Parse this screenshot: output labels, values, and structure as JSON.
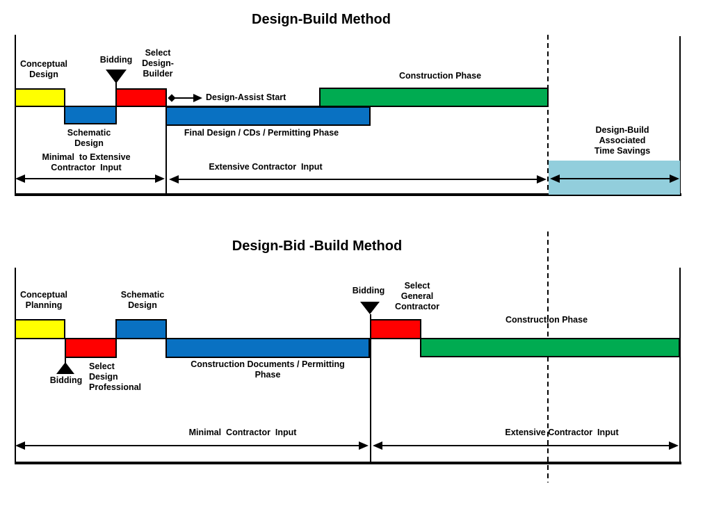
{
  "colors": {
    "phase_yellow": "#FFFF00",
    "phase_red": "#FF0000",
    "phase_blue": "#0971C2",
    "phase_green": "#00AB51",
    "savings_lightblue": "#92CEDC",
    "line_black": "#000000"
  },
  "top": {
    "title": "Design-Build Method",
    "phases": {
      "conceptual": "Conceptual\nDesign",
      "schematic": "Schematic\nDesign",
      "select_builder": "Select\nDesign-\nBuilder",
      "final_design": "Final Design / CDs / Permitting Phase",
      "construction": "Construction Phase",
      "time_savings": "Design-Build\nAssociated\nTime Savings"
    },
    "milestone_bidding": "Bidding",
    "design_assist": "Design-Assist Start",
    "span_minimal": "Minimal  to Extensive\nContractor  Input",
    "span_extensive": "Extensive Contractor  Input"
  },
  "bottom": {
    "title": "Design-Bid -Build Method",
    "phases": {
      "conceptual": "Conceptual\nPlanning",
      "select_designer": "Select\nDesign\nProfessional",
      "schematic": "Schematic\nDesign",
      "construction_docs": "Construction Documents / Permitting\nPhase",
      "select_gc": "Select\nGeneral\nContractor",
      "construction": "Construction Phase"
    },
    "milestone_bidding_left": "Bidding",
    "milestone_bidding_right": "Bidding",
    "span_minimal": "Minimal  Contractor  Input",
    "span_extensive": "Extensive Contractor  Input"
  }
}
